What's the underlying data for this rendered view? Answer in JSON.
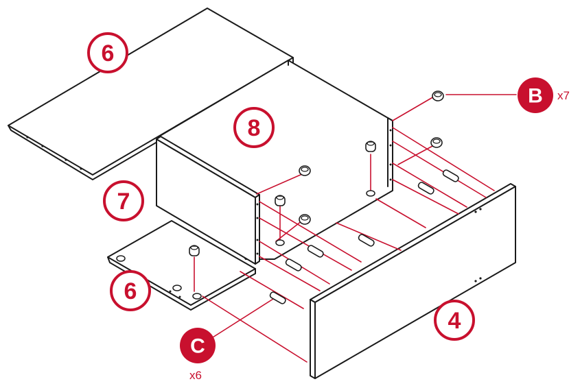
{
  "callouts": {
    "top_panel": "6",
    "back_panel": "8",
    "side_panel": "7",
    "bottom_panel": "6",
    "front_panel": "4"
  },
  "hardware": {
    "cam_lock": {
      "letter": "B",
      "quantity": "x7"
    },
    "dowel": {
      "letter": "C",
      "quantity": "x6"
    }
  },
  "colors": {
    "accent": "#c8102e",
    "line": "#1a1a1a"
  }
}
